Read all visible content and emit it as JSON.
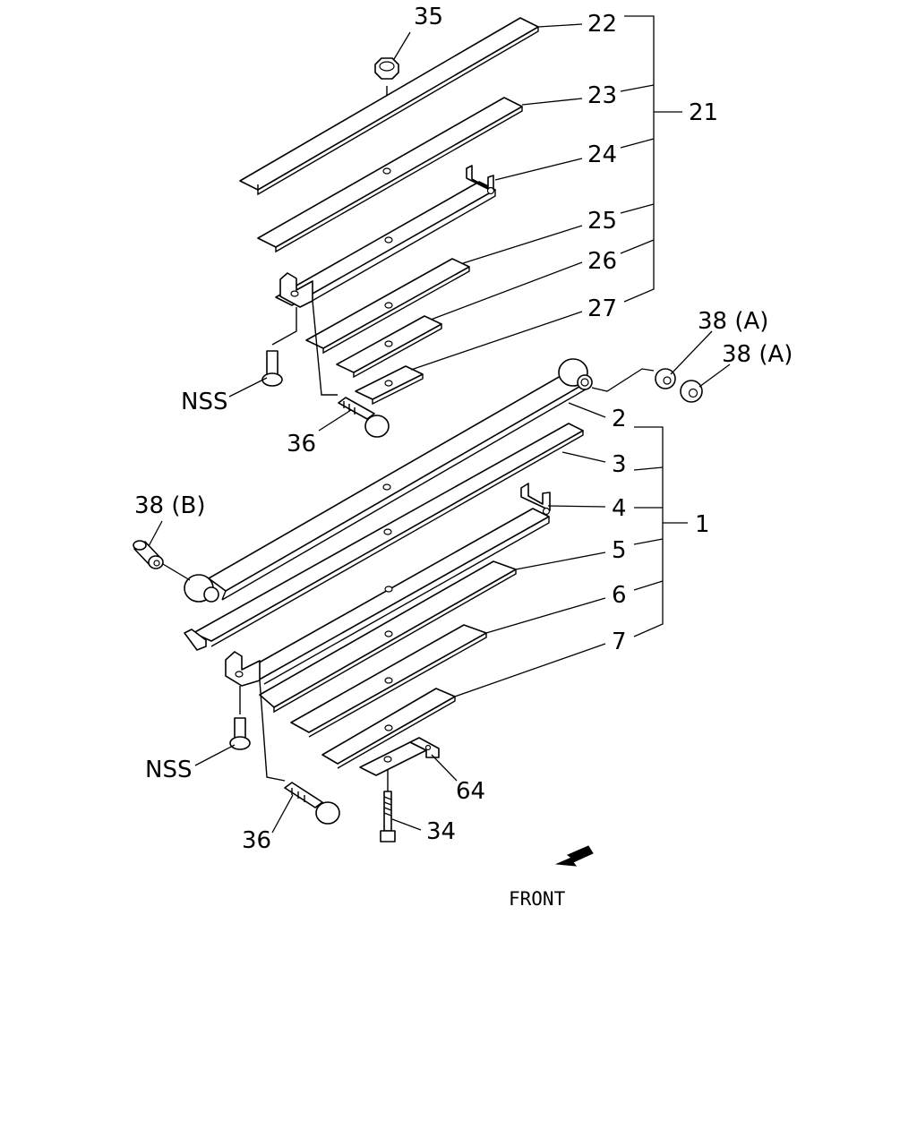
{
  "callouts": {
    "c35": "35",
    "c22": "22",
    "c23": "23",
    "c21": "21",
    "c24": "24",
    "c25": "25",
    "c26": "26",
    "c27": "27",
    "c38a_1": "38 (A)",
    "c38a_2": "38 (A)",
    "c_nss_upper": "NSS",
    "c36_upper": "36",
    "c2": "2",
    "c3": "3",
    "c38b": "38 (B)",
    "c4": "4",
    "c1": "1",
    "c5": "5",
    "c6": "6",
    "c7": "7",
    "c_nss_lower": "NSS",
    "c64": "64",
    "c36_lower": "36",
    "c34": "34"
  },
  "front_label": "FRONT",
  "colors": {
    "line": "#000000",
    "background": "#ffffff"
  }
}
